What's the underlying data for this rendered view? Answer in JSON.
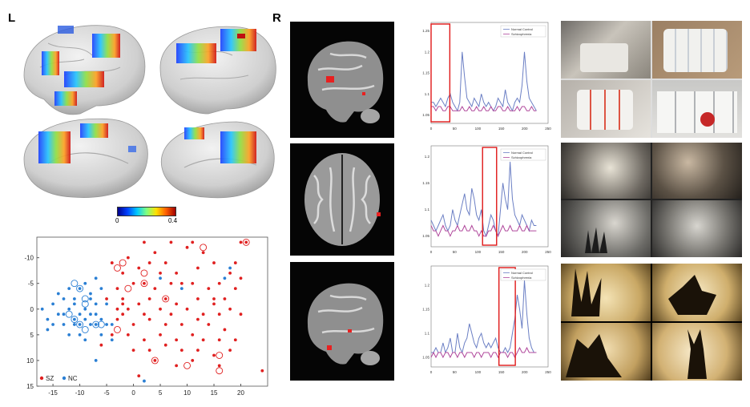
{
  "panel_labels": {
    "left": "L",
    "right": "R"
  },
  "colorbar": {
    "min_label": "0",
    "max_label": "0.4"
  },
  "chart_data": [
    {
      "type": "scatter",
      "title": "",
      "xlabel": "",
      "ylabel": "",
      "xlim": [
        -18,
        25
      ],
      "ylim": [
        15,
        -14
      ],
      "x_ticks": [
        -15,
        -10,
        -5,
        0,
        5,
        10,
        15,
        20
      ],
      "y_ticks": [
        -10,
        -5,
        0,
        5,
        10,
        15
      ],
      "legend": {
        "position": "bottom-left",
        "entries": [
          "SZ",
          "NC"
        ]
      },
      "colors": {
        "SZ": "#e02020",
        "NC": "#2a7fd4"
      },
      "series": [
        {
          "name": "SZ",
          "points": [
            [
              2,
              -13
            ],
            [
              4,
              -11
            ],
            [
              7,
              -13
            ],
            [
              11,
              -13
            ],
            [
              13,
              -11
            ],
            [
              19,
              -9
            ],
            [
              21,
              -13
            ],
            [
              10,
              -12
            ],
            [
              3,
              -9
            ],
            [
              6,
              -9
            ],
            [
              -1,
              -10
            ],
            [
              -4,
              -9
            ],
            [
              -2,
              -7
            ],
            [
              1,
              -8
            ],
            [
              5,
              -7
            ],
            [
              8,
              -7
            ],
            [
              12,
              -8
            ],
            [
              15,
              -9
            ],
            [
              18,
              -7
            ],
            [
              20,
              -6
            ],
            [
              -3,
              -4
            ],
            [
              0,
              -5
            ],
            [
              2,
              -5
            ],
            [
              4,
              -4
            ],
            [
              7,
              -5
            ],
            [
              9,
              -5
            ],
            [
              11,
              -5
            ],
            [
              14,
              -4
            ],
            [
              16,
              -5
            ],
            [
              19,
              -4
            ],
            [
              -5,
              -2
            ],
            [
              -2,
              -2
            ],
            [
              1,
              -1
            ],
            [
              3,
              -2
            ],
            [
              6,
              -2
            ],
            [
              8,
              -1
            ],
            [
              12,
              -2
            ],
            [
              15,
              -1
            ],
            [
              17,
              -2
            ],
            [
              -1,
              0
            ],
            [
              2,
              1
            ],
            [
              5,
              0
            ],
            [
              7,
              1
            ],
            [
              10,
              0
            ],
            [
              13,
              1
            ],
            [
              16,
              1
            ],
            [
              18,
              0
            ],
            [
              20,
              1
            ],
            [
              -3,
              2
            ],
            [
              0,
              3
            ],
            [
              3,
              2
            ],
            [
              6,
              3
            ],
            [
              9,
              3
            ],
            [
              12,
              2
            ],
            [
              14,
              3
            ],
            [
              17,
              4
            ],
            [
              -4,
              5
            ],
            [
              -1,
              5
            ],
            [
              2,
              6
            ],
            [
              5,
              5
            ],
            [
              8,
              6
            ],
            [
              11,
              5
            ],
            [
              13,
              6
            ],
            [
              16,
              6
            ],
            [
              19,
              6
            ],
            [
              0,
              8
            ],
            [
              3,
              8
            ],
            [
              6,
              7
            ],
            [
              9,
              8
            ],
            [
              12,
              8
            ],
            [
              15,
              9
            ],
            [
              18,
              8
            ],
            [
              4,
              10
            ],
            [
              8,
              11
            ],
            [
              11,
              10
            ],
            [
              16,
              11
            ],
            [
              24,
              12
            ],
            [
              1,
              13
            ],
            [
              -6,
              7
            ],
            [
              -2,
              1
            ],
            [
              -3,
              0
            ],
            [
              -2,
              -1
            ],
            [
              20,
              -13
            ],
            [
              15,
              -2
            ]
          ]
        },
        {
          "name": "NC",
          "points": [
            [
              -17,
              0
            ],
            [
              -15,
              -1
            ],
            [
              -14,
              1
            ],
            [
              -13,
              -2
            ],
            [
              -12,
              0
            ],
            [
              -11,
              -1
            ],
            [
              -10,
              1
            ],
            [
              -9,
              0
            ],
            [
              -8,
              -2
            ],
            [
              -7,
              1
            ],
            [
              -16,
              2
            ],
            [
              -13,
              3
            ],
            [
              -11,
              3
            ],
            [
              -10,
              3
            ],
            [
              -9,
              2
            ],
            [
              -8,
              3
            ],
            [
              -6,
              2
            ],
            [
              -5,
              3
            ],
            [
              -12,
              -4
            ],
            [
              -10,
              -4
            ],
            [
              -8,
              -3
            ],
            [
              -6,
              -4
            ],
            [
              -9,
              -5
            ],
            [
              -7,
              -6
            ],
            [
              -14,
              -3
            ],
            [
              -15,
              3
            ],
            [
              -16,
              4
            ],
            [
              -6,
              5
            ],
            [
              -4,
              6
            ],
            [
              -10,
              5
            ],
            [
              -12,
              5
            ],
            [
              -9,
              6
            ],
            [
              -5,
              -1
            ],
            [
              -7,
              -1
            ],
            [
              -11,
              2
            ],
            [
              -13,
              1
            ],
            [
              -8,
              1
            ],
            [
              -7,
              3
            ],
            [
              -4,
              3
            ],
            [
              -11,
              -2
            ],
            [
              5,
              -6
            ],
            [
              9,
              -4
            ],
            [
              17,
              -6
            ],
            [
              18,
              -8
            ],
            [
              -7,
              10
            ],
            [
              2,
              14
            ]
          ]
        }
      ],
      "circled_points": [
        [
          21,
          -13
        ],
        [
          13,
          -12
        ],
        [
          -2,
          -9
        ],
        [
          -3,
          -8
        ],
        [
          2,
          -7
        ],
        [
          -1,
          -4
        ],
        [
          2,
          -5
        ],
        [
          6,
          -2
        ],
        [
          -3,
          4
        ],
        [
          4,
          10
        ],
        [
          10,
          11
        ],
        [
          16,
          9
        ],
        [
          16,
          12
        ],
        [
          -11,
          -5
        ],
        [
          -10,
          -4
        ],
        [
          -9,
          -1
        ],
        [
          -10,
          3
        ],
        [
          -12,
          1
        ],
        [
          -9,
          -2
        ],
        [
          -11,
          2
        ],
        [
          -9,
          4
        ],
        [
          -7,
          3
        ],
        [
          -6,
          3
        ]
      ]
    },
    {
      "type": "line",
      "title": "",
      "legend": {
        "position": "top-right",
        "entries": [
          "Normal Control",
          "Schizophrenia"
        ]
      },
      "x_ticks": [
        0,
        50,
        100,
        150,
        200,
        250
      ],
      "y_ticks": [
        1.05,
        1.1,
        1.15,
        1.2,
        1.25
      ],
      "ylim": [
        1.03,
        1.27
      ],
      "highlight_x_range": [
        0,
        40
      ],
      "series": [
        {
          "name": "Normal Control",
          "values": [
            1.08,
            1.08,
            1.07,
            1.08,
            1.09,
            1.08,
            1.07,
            1.09,
            1.1,
            1.08,
            1.07,
            1.06,
            1.08,
            1.2,
            1.14,
            1.09,
            1.08,
            1.07,
            1.09,
            1.08,
            1.07,
            1.1,
            1.08,
            1.07,
            1.08,
            1.07,
            1.06,
            1.07,
            1.09,
            1.08,
            1.07,
            1.11,
            1.08,
            1.07,
            1.06,
            1.08,
            1.09,
            1.08,
            1.12,
            1.2,
            1.13,
            1.09,
            1.08,
            1.07,
            1.06
          ]
        },
        {
          "name": "Schizophrenia",
          "values": [
            1.07,
            1.07,
            1.06,
            1.07,
            1.07,
            1.06,
            1.06,
            1.07,
            1.07,
            1.06,
            1.06,
            1.06,
            1.06,
            1.07,
            1.06,
            1.06,
            1.07,
            1.06,
            1.06,
            1.07,
            1.06,
            1.06,
            1.07,
            1.06,
            1.06,
            1.07,
            1.06,
            1.06,
            1.07,
            1.07,
            1.06,
            1.06,
            1.07,
            1.06,
            1.06,
            1.06,
            1.07,
            1.06,
            1.07,
            1.07,
            1.06,
            1.06,
            1.07,
            1.06,
            1.06
          ]
        }
      ]
    },
    {
      "type": "line",
      "title": "",
      "legend": {
        "position": "top-right",
        "entries": [
          "Normal Control",
          "Schizophrenia"
        ]
      },
      "x_ticks": [
        0,
        50,
        100,
        150,
        200,
        250
      ],
      "y_ticks": [
        1.05,
        1.1,
        1.15,
        1.2
      ],
      "ylim": [
        1.03,
        1.22
      ],
      "highlight_x_range": [
        110,
        140
      ],
      "series": [
        {
          "name": "Normal Control",
          "values": [
            1.08,
            1.07,
            1.06,
            1.07,
            1.08,
            1.09,
            1.07,
            1.06,
            1.07,
            1.1,
            1.08,
            1.07,
            1.09,
            1.11,
            1.13,
            1.1,
            1.09,
            1.14,
            1.12,
            1.09,
            1.08,
            1.1,
            1.06,
            1.05,
            1.07,
            1.09,
            1.08,
            1.06,
            1.05,
            1.1,
            1.15,
            1.12,
            1.1,
            1.19,
            1.12,
            1.09,
            1.08,
            1.07,
            1.09,
            1.08,
            1.07,
            1.06,
            1.08,
            1.07,
            1.07
          ]
        },
        {
          "name": "Schizophrenia",
          "values": [
            1.07,
            1.06,
            1.06,
            1.05,
            1.06,
            1.07,
            1.06,
            1.06,
            1.05,
            1.06,
            1.06,
            1.07,
            1.06,
            1.06,
            1.07,
            1.06,
            1.06,
            1.07,
            1.06,
            1.06,
            1.05,
            1.06,
            1.05,
            1.05,
            1.06,
            1.06,
            1.07,
            1.06,
            1.05,
            1.06,
            1.07,
            1.06,
            1.06,
            1.07,
            1.06,
            1.06,
            1.06,
            1.07,
            1.06,
            1.06,
            1.07,
            1.06,
            1.06,
            1.06,
            1.06
          ]
        }
      ]
    },
    {
      "type": "line",
      "title": "",
      "legend": {
        "position": "top-right",
        "entries": [
          "Normal Control",
          "Schizophrenia"
        ]
      },
      "x_ticks": [
        0,
        50,
        100,
        150,
        200,
        250
      ],
      "y_ticks": [
        1.05,
        1.1,
        1.15,
        1.2
      ],
      "ylim": [
        1.03,
        1.24
      ],
      "highlight_x_range": [
        145,
        180
      ],
      "series": [
        {
          "name": "Normal Control",
          "values": [
            1.06,
            1.06,
            1.07,
            1.06,
            1.06,
            1.08,
            1.06,
            1.07,
            1.09,
            1.06,
            1.06,
            1.1,
            1.07,
            1.06,
            1.08,
            1.09,
            1.12,
            1.1,
            1.08,
            1.07,
            1.09,
            1.1,
            1.08,
            1.07,
            1.08,
            1.07,
            1.08,
            1.09,
            1.07,
            1.06,
            1.06,
            1.07,
            1.06,
            1.07,
            1.1,
            1.13,
            1.18,
            1.15,
            1.11,
            1.21,
            1.14,
            1.09,
            1.07,
            1.06,
            1.06
          ]
        },
        {
          "name": "Schizophrenia",
          "values": [
            1.05,
            1.06,
            1.05,
            1.06,
            1.06,
            1.05,
            1.06,
            1.06,
            1.05,
            1.06,
            1.06,
            1.05,
            1.06,
            1.06,
            1.05,
            1.06,
            1.06,
            1.06,
            1.05,
            1.06,
            1.06,
            1.05,
            1.06,
            1.06,
            1.06,
            1.05,
            1.06,
            1.06,
            1.05,
            1.06,
            1.06,
            1.06,
            1.05,
            1.06,
            1.06,
            1.05,
            1.06,
            1.07,
            1.06,
            1.06,
            1.07,
            1.06,
            1.06,
            1.06,
            1.06
          ]
        }
      ]
    }
  ]
}
